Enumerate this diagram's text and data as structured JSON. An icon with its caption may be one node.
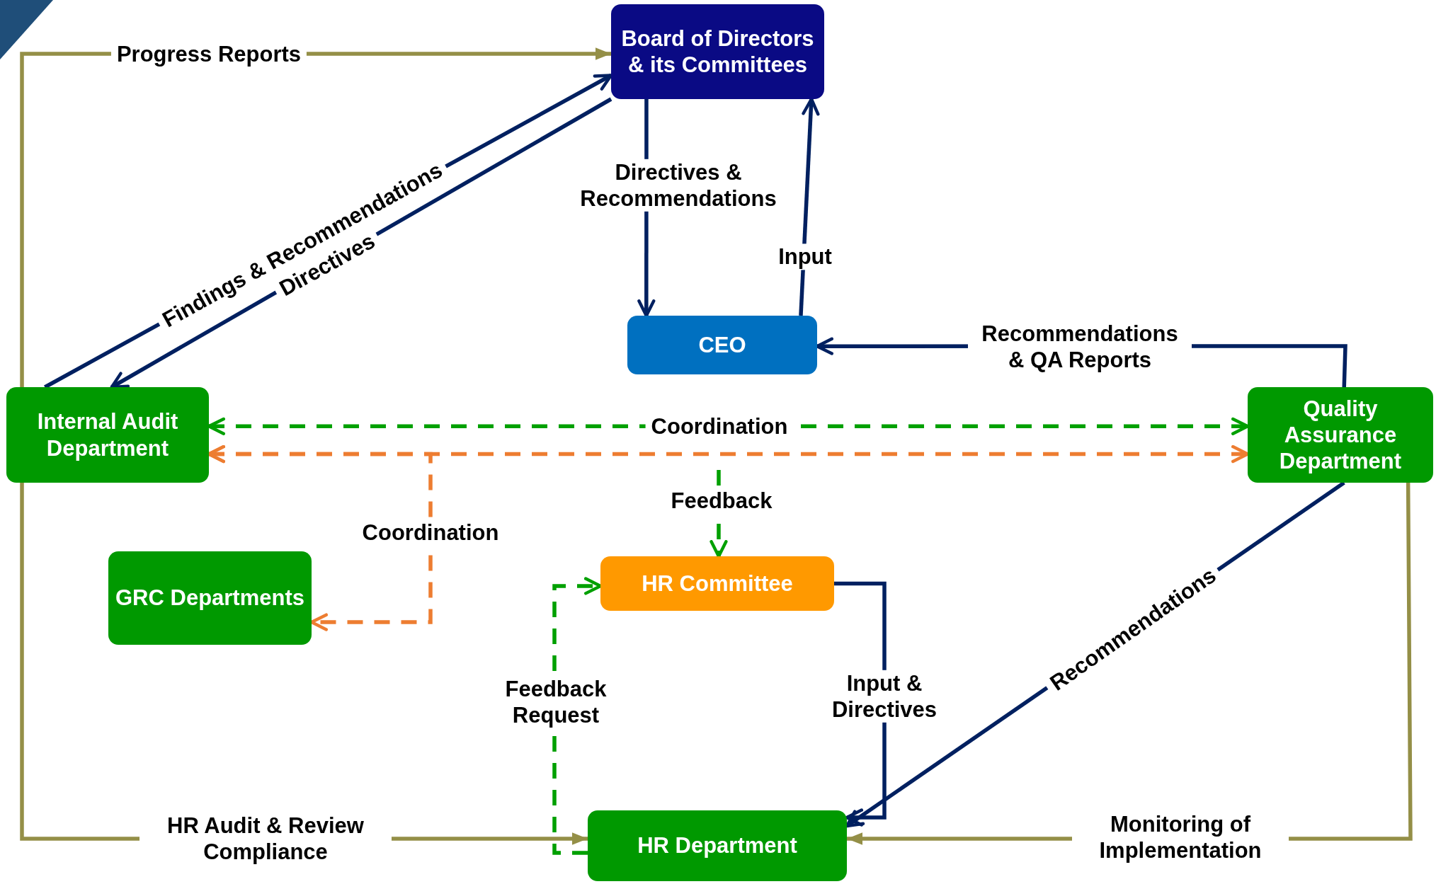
{
  "diagram": {
    "nodes": [
      {
        "text": [
          "Board of Directors & its Committees"
        ]
      },
      {
        "text": [
          "CEO"
        ]
      },
      {
        "text": [
          "Internal Audit Department"
        ]
      },
      {
        "text": [
          "Quality Assurance Department"
        ]
      },
      {
        "text": [
          "GRC Departments"
        ]
      },
      {
        "text": [
          "HR Committee"
        ]
      },
      {
        "text": [
          "HR Department"
        ]
      }
    ],
    "edges": [
      {
        "from": 2,
        "to": 0,
        "arrow": "to",
        "label": "Progress Reports",
        "color": "#948f47"
      },
      {
        "from": 2,
        "to": 0,
        "arrow": "to",
        "label": "Findings & Recommendations"
      },
      {
        "from": 0,
        "to": 2,
        "arrow": "to",
        "label": "Directives"
      },
      {
        "from": 0,
        "to": 1,
        "arrow": "to",
        "label": "Directives & Recommendations"
      },
      {
        "from": 1,
        "to": 0,
        "arrow": "to",
        "label": "Input"
      },
      {
        "from": 3,
        "to": 1,
        "arrow": "to",
        "label": "Recommendations & QA Reports"
      },
      {
        "from": 2,
        "to": 3,
        "arrow": "both",
        "label": "Coordination",
        "style": "dashed",
        "color": "#00a000"
      },
      {
        "from": 2,
        "to": 3,
        "arrow": "both",
        "style": "dashed",
        "color": "#ed7d31"
      },
      {
        "from": 2,
        "to": 4,
        "arrow": "both",
        "label": "Coordination",
        "style": "dashed",
        "color": "#ed7d31"
      },
      {
        "from": null,
        "to": 5,
        "arrow": "to",
        "label": "Feedback",
        "style": "dashed",
        "color": "#00a000"
      },
      {
        "from": 6,
        "to": 5,
        "arrow": "to",
        "label": "Feedback Request",
        "style": "dashed",
        "color": "#00a000"
      },
      {
        "from": 5,
        "to": 6,
        "arrow": "to",
        "label": "Input & Directives"
      },
      {
        "from": 3,
        "to": 6,
        "arrow": "to",
        "label": "Recommendations"
      },
      {
        "from": 3,
        "to": 6,
        "arrow": "to",
        "label": "Monitoring of Implementation",
        "color": "#948f47"
      },
      {
        "from": 2,
        "to": 6,
        "arrow": "to",
        "label": "HR Audit & Review Compliance",
        "color": "#948f47"
      }
    ]
  }
}
